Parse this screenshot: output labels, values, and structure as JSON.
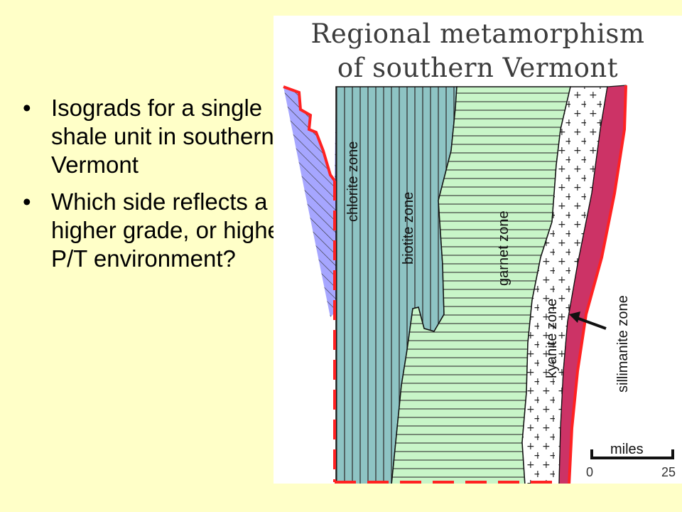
{
  "bullets": [
    "Isograds for a single shale unit in southern Vermont",
    "Which side reflects a higher grade, or higher P/T environment?"
  ],
  "figure": {
    "title_line1": "Regional metamorphism",
    "title_line2": "of southern Vermont",
    "zones": {
      "chlorite": "chlorite zone",
      "biotite": "biotite zone",
      "garnet": "garnet zone",
      "kyanite": "kyanite zone",
      "sillimanite": "sillimanite zone"
    },
    "scale": {
      "label": "miles",
      "start": "0",
      "end": "25"
    }
  },
  "colors": {
    "background": "#ffffc8",
    "chlorite": "#a6a6ff",
    "biotite": "#8ec4c4",
    "garnet": "#c8f5c8",
    "kyanite": "#ffffff",
    "sillimanite": "#cc3366",
    "boundary": "#ff2222"
  }
}
